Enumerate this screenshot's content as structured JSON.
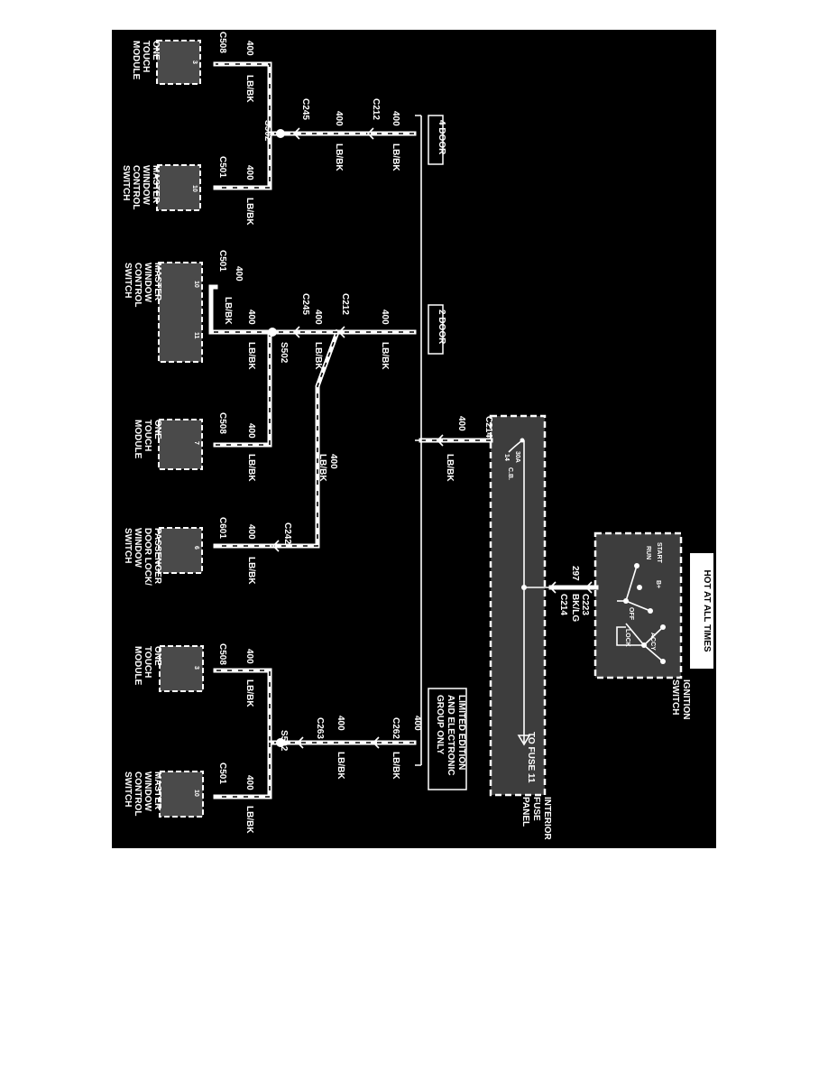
{
  "diagram": {
    "banner": "HOT AT ALL TIMES",
    "ignition_switch": {
      "title_lines": [
        "IGNITION",
        "SWITCH"
      ],
      "positions": [
        "START",
        "RUN",
        "OFF",
        "LOCK",
        "ACCY",
        "B+"
      ]
    },
    "fuse_panel": {
      "title_lines": [
        "INTERIOR",
        "FUSE",
        "PANEL"
      ],
      "to_fuse": "TO FUSE 11",
      "fuse_number": "14",
      "fuse_rating": "30A",
      "fuse_type": "C.B."
    },
    "feed_wire": {
      "circuit": "297",
      "color": "BK/LG",
      "connectors": [
        "C223",
        "C214"
      ]
    },
    "main_feed": {
      "circuit": "400",
      "color": "LB/BK",
      "connector": "C214"
    },
    "groups": [
      {
        "label_lines": [
          "LIMITED EDITION",
          "AND ELECTRONIC",
          "GROUP ONLY"
        ]
      },
      {
        "label_lines": [
          "2 DOOR"
        ]
      },
      {
        "label_lines": [
          "4 DOOR"
        ]
      }
    ],
    "connectors": {
      "c508": "C508",
      "c501": "C501",
      "c601": "C601",
      "c262": "C262",
      "c263": "C263",
      "c212": "C212",
      "c245": "C245",
      "c242": "C242"
    },
    "splice": "S502",
    "wire_circuit": "400",
    "wire_color": "LB/BK",
    "components": {
      "master_switch": [
        "MASTER",
        "WINDOW",
        "CONTROL",
        "SWITCH"
      ],
      "one_touch": [
        "ONE",
        "TOUCH",
        "MODULE"
      ],
      "pass_switch": [
        "PASSENGER",
        "DOOR LOCK/",
        "WINDOW",
        "SWITCH"
      ]
    },
    "pins": {
      "master": "10",
      "master_2": "11",
      "one_touch": "3",
      "one_touch_2": "7",
      "passenger": "6"
    }
  }
}
